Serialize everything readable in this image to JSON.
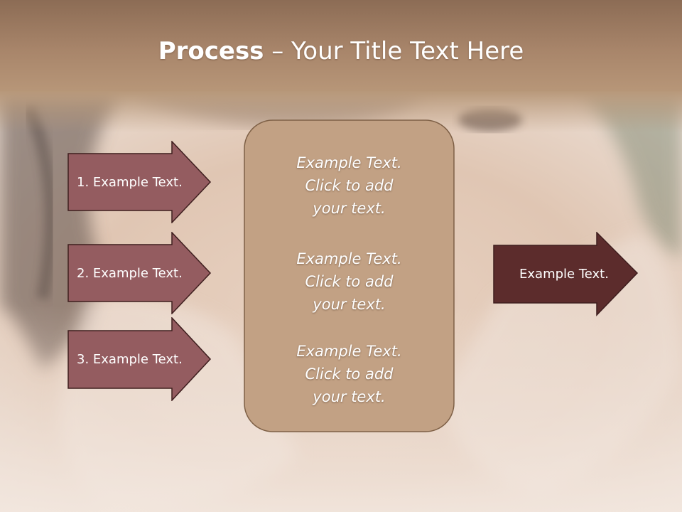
{
  "slide": {
    "title_bold": "Process",
    "title_rest": " – Your Title Text Here"
  },
  "colors": {
    "header": "#a48164",
    "left_arrow_fill": "#945c60",
    "right_arrow_fill": "#5c2c2c",
    "arrow_stroke": "#3e1e1e",
    "panel_fill": "#c2a184",
    "panel_stroke": "#7e6046",
    "text": "#ffffff"
  },
  "left_steps": [
    {
      "label": "1. Example Text."
    },
    {
      "label": "2. Example Text."
    },
    {
      "label": "3. Example Text."
    }
  ],
  "center_panel": {
    "blocks": [
      {
        "line1": "Example Text.",
        "line2": "Click  to add",
        "line3": "your text."
      },
      {
        "line1": "Example Text.",
        "line2": "Click  to add",
        "line3": "your text."
      },
      {
        "line1": "Example Text.",
        "line2": "Click  to add",
        "line3": "your text."
      }
    ]
  },
  "right_step": {
    "label": "Example Text."
  }
}
